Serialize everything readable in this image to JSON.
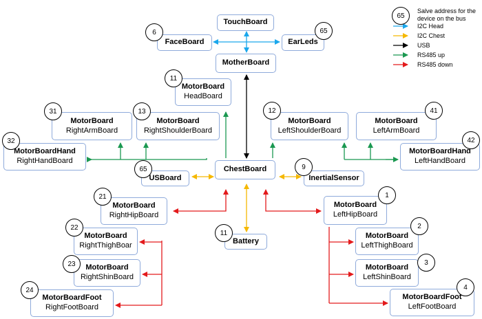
{
  "legend": {
    "address_number": "65",
    "address_text_1": "Salve address for the",
    "address_text_2": "device on the bus",
    "items": [
      {
        "label": "I2C Head",
        "color": "#1aa7ec"
      },
      {
        "label": "I2C Chest",
        "color": "#f5b800"
      },
      {
        "label": "USB",
        "color": "#000000"
      },
      {
        "label": "RS485 up",
        "color": "#1a9850"
      },
      {
        "label": "RS485 down",
        "color": "#e31a1c"
      }
    ]
  },
  "boards": {
    "touch": {
      "title": "TouchBoard"
    },
    "face": {
      "title": "FaceBoard",
      "address": "6"
    },
    "ear": {
      "title": "EarLeds",
      "address": "65"
    },
    "mother": {
      "title": "MotherBoard"
    },
    "head": {
      "title": "MotorBoard",
      "subtitle": "HeadBoard",
      "address": "11"
    },
    "rarm": {
      "title": "MotorBoard",
      "subtitle": "RightArmBoard",
      "address": "31"
    },
    "rshoulder": {
      "title": "MotorBoard",
      "subtitle": "RightShoulderBoard",
      "address": "13"
    },
    "lshoulder": {
      "title": "MotorBoard",
      "subtitle": "LeftShoulderBoard",
      "address": "12"
    },
    "larm": {
      "title": "MotorBoard",
      "subtitle": "LeftArmBoard",
      "address": "41"
    },
    "rhand": {
      "title": "MotorBoardHand",
      "subtitle": "RightHandBoard",
      "address": "32"
    },
    "lhand": {
      "title": "MotorBoardHand",
      "subtitle": "LeftHandBoard",
      "address": "42"
    },
    "usb": {
      "title": "USBoard",
      "address": "65"
    },
    "chest": {
      "title": "ChestBoard"
    },
    "inertial": {
      "title": "InertialSensor",
      "address": "9"
    },
    "rhip": {
      "title": "MotorBoard",
      "subtitle": "RightHipBoard",
      "address": "21"
    },
    "lhip": {
      "title": "MotorBoard",
      "subtitle": "LeftHipBoard",
      "address": "1"
    },
    "battery": {
      "title": "Battery",
      "address": "11"
    },
    "rthigh": {
      "title": "MotorBoard",
      "subtitle": "RightThighBoar",
      "address": "22"
    },
    "lthigh": {
      "title": "MotorBoard",
      "subtitle": "LeftThighBoard",
      "address": "2"
    },
    "rshin": {
      "title": "MotorBoard",
      "subtitle": "RightShinBoard",
      "address": "23"
    },
    "lshin": {
      "title": "MotorBoard",
      "subtitle": "LeftShinBoard",
      "address": "3"
    },
    "rfoot": {
      "title": "MotorBoardFoot",
      "subtitle": "RightFootBoard",
      "address": "24"
    },
    "lfoot": {
      "title": "MotorBoardFoot",
      "subtitle": "LeftFootBoard",
      "address": "4"
    }
  },
  "colors": {
    "i2c_head": "#1aa7ec",
    "i2c_chest": "#f5b800",
    "usb": "#000000",
    "rs485_up": "#1a9850",
    "rs485_down": "#e31a1c",
    "box_border": "#8eaadb"
  }
}
